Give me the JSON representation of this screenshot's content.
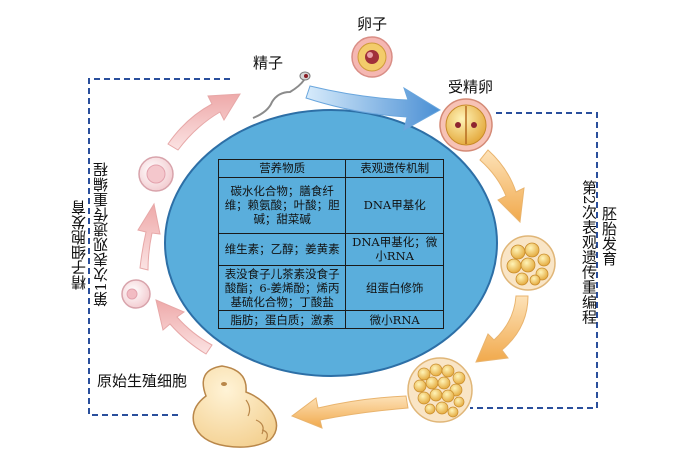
{
  "labels": {
    "egg": "卵子",
    "sperm": "精子",
    "zygote": "受精卵",
    "primordial_germ_cell": "原始生殖细胞",
    "embryo_development": "胚胎发育",
    "second_reprogramming": "第2次表观遗传重编程",
    "sperm_cell_development": "精子细胞发育",
    "first_reprogramming": "第1次表观遗传重编程"
  },
  "table": {
    "headers": [
      "营养物质",
      "表观遗传机制"
    ],
    "rows": [
      {
        "nutrients": "碳水化合物；膳食纤维；赖氨酸；叶酸；胆碱；甜菜碱",
        "mechanism": "DNA甲基化"
      },
      {
        "nutrients": "维生素；乙醇；姜黄素",
        "mechanism": "DNA甲基化；微小RNA"
      },
      {
        "nutrients": "表没食子儿茶素没食子酸酯；6-姜烯酚；烯丙基硫化合物；丁酸盐",
        "mechanism": "组蛋白修饰"
      },
      {
        "nutrients": "脂肪；蛋白质；激素",
        "mechanism": "微小RNA"
      }
    ]
  },
  "colors": {
    "ellipse_fill": "#5aaedc",
    "ellipse_stroke": "#2d6fa6",
    "dashed_line": "#2a4f9c",
    "pink_arrow": "#f2bdbd",
    "orange_arrow": "#f7c98a",
    "blue_arrow": "#5d9fd8"
  }
}
